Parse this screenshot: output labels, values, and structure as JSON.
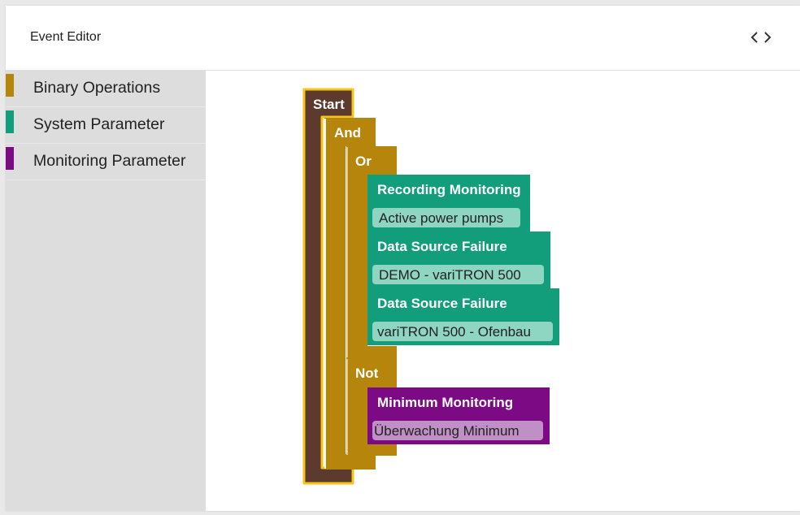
{
  "header": {
    "title": "Event Editor",
    "code_icon": "code-brackets-icon"
  },
  "toolbox": {
    "categories": [
      {
        "label": "Binary Operations",
        "color": "#b5860b"
      },
      {
        "label": "System Parameter",
        "color": "#129e7a"
      },
      {
        "label": "Monitoring Parameter",
        "color": "#7c0a84"
      }
    ]
  },
  "blocks": {
    "start": {
      "label": "Start",
      "color": "#5c3a2e",
      "highlight": "#f5c518"
    },
    "and": {
      "label": "And",
      "color": "#b5860b"
    },
    "or": {
      "label": "Or",
      "color": "#b5860b"
    },
    "recording_monitoring": {
      "label": "Recording Monitoring",
      "field": "Active power pumps",
      "color": "#129e7a"
    },
    "data_source_failure_1": {
      "label": "Data Source Failure",
      "field": "DEMO - variTRON 500",
      "color": "#129e7a"
    },
    "data_source_failure_2": {
      "label": "Data Source Failure",
      "field": "variTRON 500 - Ofenbau",
      "color": "#129e7a"
    },
    "not": {
      "label": "Not",
      "color": "#b5860b"
    },
    "minimum_monitoring": {
      "label": "Minimum Monitoring",
      "field": "Überwachung Minimum",
      "color": "#7c0a84"
    }
  }
}
